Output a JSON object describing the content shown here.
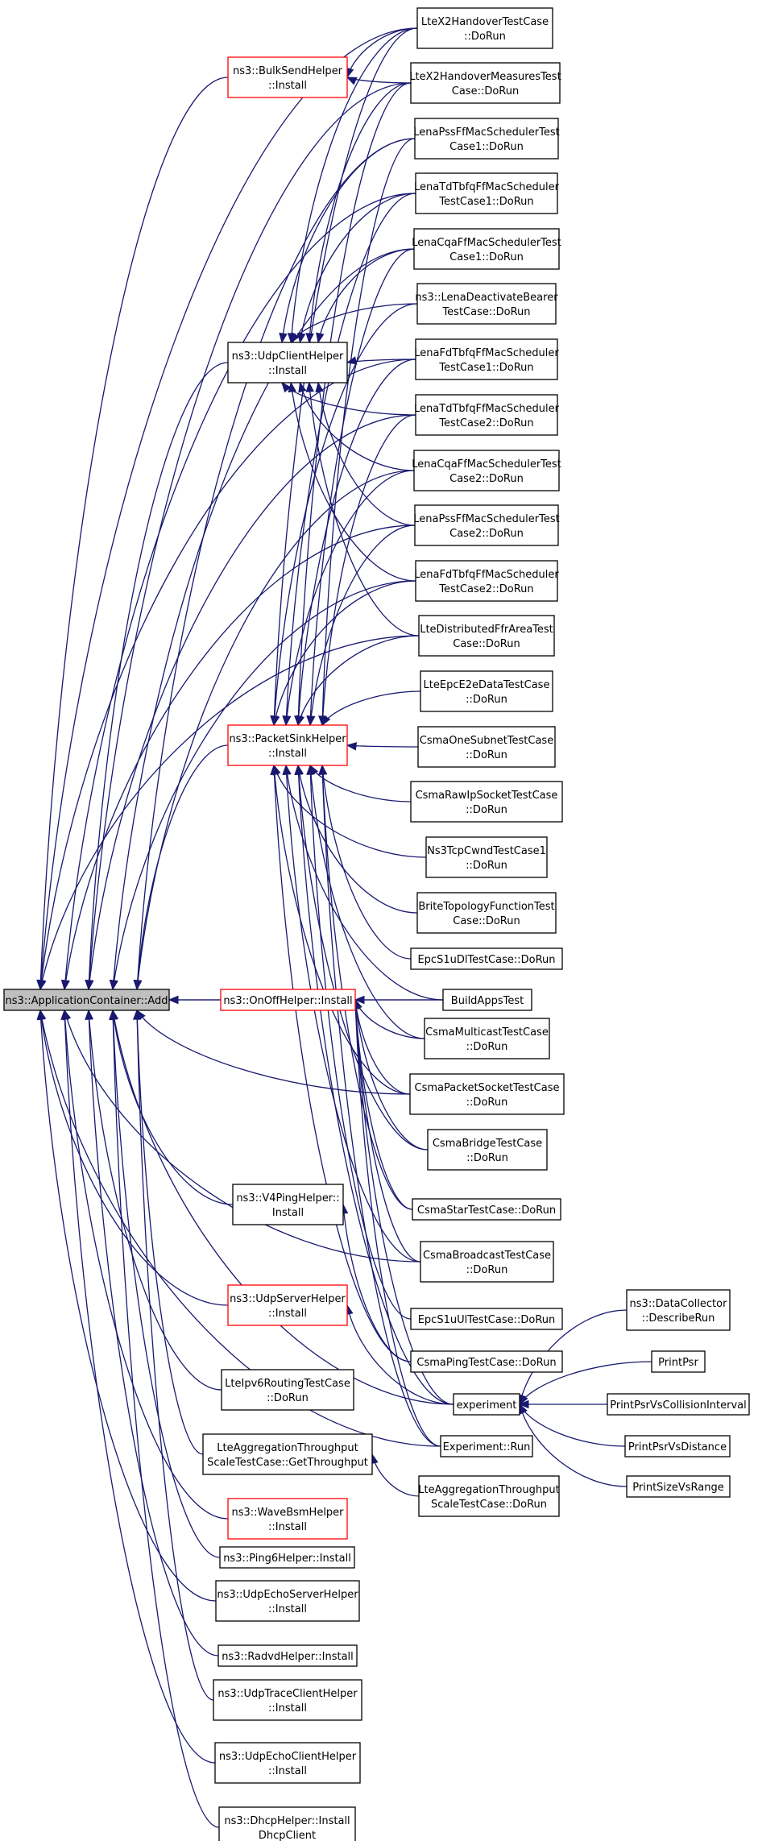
{
  "colors": {
    "edge": "#191970",
    "node_border": "#000000",
    "highlight_border": "#ff0000",
    "root_fill": "#bfbfbf",
    "background": "#ffffff"
  },
  "nodes": {
    "root": {
      "lines": [
        "ns3::ApplicationContainer::Add"
      ],
      "style": "root"
    },
    "bulksend": {
      "lines": [
        "ns3::BulkSendHelper",
        "::Install"
      ],
      "style": "red"
    },
    "udpclient": {
      "lines": [
        "ns3::UdpClientHelper",
        "::Install"
      ],
      "style": "normal"
    },
    "packetsink": {
      "lines": [
        "ns3::PacketSinkHelper",
        "::Install"
      ],
      "style": "red"
    },
    "onoff": {
      "lines": [
        "ns3::OnOffHelper::Install"
      ],
      "style": "red"
    },
    "v4ping": {
      "lines": [
        "ns3::V4PingHelper::",
        "Install"
      ],
      "style": "normal"
    },
    "udpserver": {
      "lines": [
        "ns3::UdpServerHelper",
        "::Install"
      ],
      "style": "red"
    },
    "ipv6routing": {
      "lines": [
        "LteIpv6RoutingTestCase",
        "::DoRun"
      ],
      "style": "normal"
    },
    "aggthroughput": {
      "lines": [
        "LteAggregationThroughput",
        "ScaleTestCase::GetThroughput"
      ],
      "style": "normal"
    },
    "wavebsm": {
      "lines": [
        "ns3::WaveBsmHelper",
        "::Install"
      ],
      "style": "red"
    },
    "ping6": {
      "lines": [
        "ns3::Ping6Helper::Install"
      ],
      "style": "normal"
    },
    "udpechoserver": {
      "lines": [
        "ns3::UdpEchoServerHelper",
        "::Install"
      ],
      "style": "normal"
    },
    "radvd": {
      "lines": [
        "ns3::RadvdHelper::Install"
      ],
      "style": "normal"
    },
    "udptrace": {
      "lines": [
        "ns3::UdpTraceClientHelper",
        "::Install"
      ],
      "style": "normal"
    },
    "udpechoclient": {
      "lines": [
        "ns3::UdpEchoClientHelper",
        "::Install"
      ],
      "style": "normal"
    },
    "dhcp": {
      "lines": [
        "ns3::DhcpHelper::Install",
        "DhcpClient"
      ],
      "style": "normal"
    },
    "x2handover": {
      "lines": [
        "LteX2HandoverTestCase",
        "::DoRun"
      ],
      "style": "normal"
    },
    "x2measures": {
      "lines": [
        "LteX2HandoverMeasuresTest",
        "Case::DoRun"
      ],
      "style": "normal"
    },
    "pss1": {
      "lines": [
        "LenaPssFfMacSchedulerTest",
        "Case1::DoRun"
      ],
      "style": "normal"
    },
    "tdtbfq1": {
      "lines": [
        "LenaTdTbfqFfMacScheduler",
        "TestCase1::DoRun"
      ],
      "style": "normal"
    },
    "cqa1": {
      "lines": [
        "LenaCqaFfMacSchedulerTest",
        "Case1::DoRun"
      ],
      "style": "normal"
    },
    "deactivate": {
      "lines": [
        "ns3::LenaDeactivateBearer",
        "TestCase::DoRun"
      ],
      "style": "normal"
    },
    "fdtbfq1": {
      "lines": [
        "LenaFdTbfqFfMacScheduler",
        "TestCase1::DoRun"
      ],
      "style": "normal"
    },
    "tdtbfq2": {
      "lines": [
        "LenaTdTbfqFfMacScheduler",
        "TestCase2::DoRun"
      ],
      "style": "normal"
    },
    "cqa2": {
      "lines": [
        "LenaCqaFfMacSchedulerTest",
        "Case2::DoRun"
      ],
      "style": "normal"
    },
    "pss2": {
      "lines": [
        "LenaPssFfMacSchedulerTest",
        "Case2::DoRun"
      ],
      "style": "normal"
    },
    "fdtbfq2": {
      "lines": [
        "LenaFdTbfqFfMacScheduler",
        "TestCase2::DoRun"
      ],
      "style": "normal"
    },
    "distffr": {
      "lines": [
        "LteDistributedFfrAreaTest",
        "Case::DoRun"
      ],
      "style": "normal"
    },
    "epce2e": {
      "lines": [
        "LteEpcE2eDataTestCase",
        "::DoRun"
      ],
      "style": "normal"
    },
    "csmaone": {
      "lines": [
        "CsmaOneSubnetTestCase",
        "::DoRun"
      ],
      "style": "normal"
    },
    "csmaraw": {
      "lines": [
        "CsmaRawIpSocketTestCase",
        "::DoRun"
      ],
      "style": "normal"
    },
    "ns3tcp": {
      "lines": [
        "Ns3TcpCwndTestCase1",
        "::DoRun"
      ],
      "style": "normal"
    },
    "brite": {
      "lines": [
        "BriteTopologyFunctionTest",
        "Case::DoRun"
      ],
      "style": "normal"
    },
    "epcdl": {
      "lines": [
        "EpcS1uDlTestCase::DoRun"
      ],
      "style": "normal"
    },
    "buildapps": {
      "lines": [
        "BuildAppsTest"
      ],
      "style": "normal"
    },
    "csmamulti": {
      "lines": [
        "CsmaMulticastTestCase",
        "::DoRun"
      ],
      "style": "normal"
    },
    "csmapacket": {
      "lines": [
        "CsmaPacketSocketTestCase",
        "::DoRun"
      ],
      "style": "normal"
    },
    "csmabridge": {
      "lines": [
        "CsmaBridgeTestCase",
        "::DoRun"
      ],
      "style": "normal"
    },
    "csmastar": {
      "lines": [
        "CsmaStarTestCase::DoRun"
      ],
      "style": "normal"
    },
    "csmabroadcast": {
      "lines": [
        "CsmaBroadcastTestCase",
        "::DoRun"
      ],
      "style": "normal"
    },
    "epcul": {
      "lines": [
        "EpcS1uUlTestCase::DoRun"
      ],
      "style": "normal"
    },
    "csmaping": {
      "lines": [
        "CsmaPingTestCase::DoRun"
      ],
      "style": "normal"
    },
    "experiment": {
      "lines": [
        "experiment"
      ],
      "style": "normal"
    },
    "expRun": {
      "lines": [
        "Experiment::Run"
      ],
      "style": "normal"
    },
    "aggdorun": {
      "lines": [
        "LteAggregationThroughput",
        "ScaleTestCase::DoRun"
      ],
      "style": "normal"
    },
    "datacollector": {
      "lines": [
        "ns3::DataCollector",
        "::DescribeRun"
      ],
      "style": "normal"
    },
    "printpsr": {
      "lines": [
        "PrintPsr"
      ],
      "style": "normal"
    },
    "printcoll": {
      "lines": [
        "PrintPsrVsCollisionInterval"
      ],
      "style": "normal"
    },
    "printdist": {
      "lines": [
        "PrintPsrVsDistance"
      ],
      "style": "normal"
    },
    "printsize": {
      "lines": [
        "PrintSizeVsRange"
      ],
      "style": "normal"
    }
  },
  "edges": [
    [
      "bulksend",
      "root"
    ],
    [
      "udpclient",
      "root"
    ],
    [
      "packetsink",
      "root"
    ],
    [
      "onoff",
      "root"
    ],
    [
      "v4ping",
      "root"
    ],
    [
      "udpserver",
      "root"
    ],
    [
      "ipv6routing",
      "root"
    ],
    [
      "aggthroughput",
      "root"
    ],
    [
      "wavebsm",
      "root"
    ],
    [
      "ping6",
      "root"
    ],
    [
      "udpechoserver",
      "root"
    ],
    [
      "radvd",
      "root"
    ],
    [
      "udptrace",
      "root"
    ],
    [
      "udpechoclient",
      "root"
    ],
    [
      "dhcp",
      "root"
    ],
    [
      "x2handover",
      "root"
    ],
    [
      "x2measures",
      "root"
    ],
    [
      "pss1",
      "root"
    ],
    [
      "tdtbfq1",
      "root"
    ],
    [
      "cqa1",
      "root"
    ],
    [
      "fdtbfq1",
      "root"
    ],
    [
      "tdtbfq2",
      "root"
    ],
    [
      "cqa2",
      "root"
    ],
    [
      "pss2",
      "root"
    ],
    [
      "fdtbfq2",
      "root"
    ],
    [
      "distffr",
      "root"
    ],
    [
      "buildapps",
      "root"
    ],
    [
      "csmapacket",
      "root"
    ],
    [
      "csmabroadcast",
      "root"
    ],
    [
      "experiment",
      "root"
    ],
    [
      "expRun",
      "root"
    ],
    [
      "x2handover",
      "bulksend"
    ],
    [
      "x2measures",
      "bulksend"
    ],
    [
      "x2handover",
      "udpclient"
    ],
    [
      "x2measures",
      "udpclient"
    ],
    [
      "pss1",
      "udpclient"
    ],
    [
      "tdtbfq1",
      "udpclient"
    ],
    [
      "cqa1",
      "udpclient"
    ],
    [
      "deactivate",
      "udpclient"
    ],
    [
      "fdtbfq1",
      "udpclient"
    ],
    [
      "tdtbfq2",
      "udpclient"
    ],
    [
      "cqa2",
      "udpclient"
    ],
    [
      "pss2",
      "udpclient"
    ],
    [
      "fdtbfq2",
      "udpclient"
    ],
    [
      "distffr",
      "udpclient"
    ],
    [
      "x2handover",
      "packetsink"
    ],
    [
      "x2measures",
      "packetsink"
    ],
    [
      "pss1",
      "packetsink"
    ],
    [
      "tdtbfq1",
      "packetsink"
    ],
    [
      "cqa1",
      "packetsink"
    ],
    [
      "deactivate",
      "packetsink"
    ],
    [
      "fdtbfq1",
      "packetsink"
    ],
    [
      "tdtbfq2",
      "packetsink"
    ],
    [
      "cqa2",
      "packetsink"
    ],
    [
      "pss2",
      "packetsink"
    ],
    [
      "fdtbfq2",
      "packetsink"
    ],
    [
      "distffr",
      "packetsink"
    ],
    [
      "epce2e",
      "packetsink"
    ],
    [
      "csmaone",
      "packetsink"
    ],
    [
      "csmaraw",
      "packetsink"
    ],
    [
      "ns3tcp",
      "packetsink"
    ],
    [
      "brite",
      "packetsink"
    ],
    [
      "epcdl",
      "packetsink"
    ],
    [
      "buildapps",
      "packetsink"
    ],
    [
      "csmamulti",
      "packetsink"
    ],
    [
      "csmapacket",
      "packetsink"
    ],
    [
      "csmabridge",
      "packetsink"
    ],
    [
      "csmastar",
      "packetsink"
    ],
    [
      "csmabroadcast",
      "packetsink"
    ],
    [
      "epcul",
      "packetsink"
    ],
    [
      "csmaping",
      "packetsink"
    ],
    [
      "experiment",
      "packetsink"
    ],
    [
      "expRun",
      "packetsink"
    ],
    [
      "buildapps",
      "onoff"
    ],
    [
      "csmamulti",
      "onoff"
    ],
    [
      "csmapacket",
      "onoff"
    ],
    [
      "csmabridge",
      "onoff"
    ],
    [
      "csmastar",
      "onoff"
    ],
    [
      "csmabroadcast",
      "onoff"
    ],
    [
      "experiment",
      "onoff"
    ],
    [
      "expRun",
      "onoff"
    ],
    [
      "csmaping",
      "v4ping"
    ],
    [
      "experiment",
      "udpserver"
    ],
    [
      "aggdorun",
      "aggthroughput"
    ],
    [
      "datacollector",
      "experiment"
    ],
    [
      "printpsr",
      "experiment"
    ],
    [
      "printcoll",
      "experiment"
    ],
    [
      "printdist",
      "experiment"
    ],
    [
      "printsize",
      "experiment"
    ]
  ]
}
